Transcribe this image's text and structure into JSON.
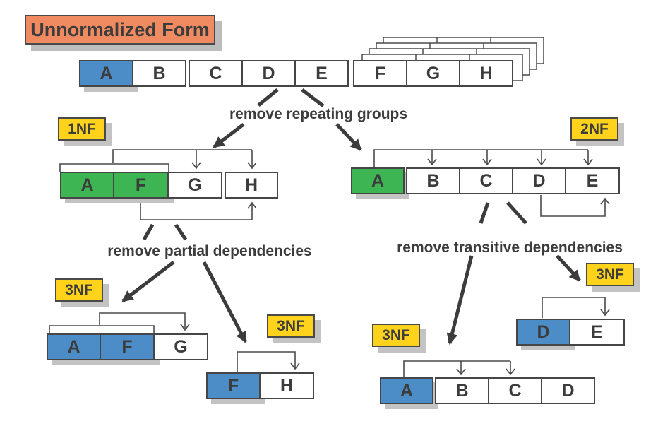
{
  "palette": {
    "title_bg": "#f08a60",
    "badge_bg": "#ffd21c",
    "key_blue": "#4c8dc8",
    "key_green": "#3eb553",
    "border": "#464646",
    "shadow": "#c3c3c3",
    "text": "#3c3c3c"
  },
  "title": "Unnormalized Form",
  "badges": {
    "nf1": "1NF",
    "nf2": "2NF",
    "nf3_left": "3NF",
    "nf3_mid": "3NF",
    "nf3_right": "3NF",
    "nf3_bottom": "3NF"
  },
  "transitions": {
    "repeating": "remove repeating groups",
    "partial": "remove partial dependencies",
    "transitive": "remove transitive dependencies"
  },
  "tables": {
    "unf": {
      "key_color": "blue",
      "cells": [
        {
          "label": "A",
          "key": true
        },
        {
          "label": "B",
          "key": false
        },
        {
          "label": "C",
          "key": false
        },
        {
          "label": "D",
          "key": false
        },
        {
          "label": "E",
          "key": false
        },
        {
          "label": "F",
          "key": false
        },
        {
          "label": "G",
          "key": false
        },
        {
          "label": "H",
          "key": false
        }
      ],
      "repeating_group_sheets": 4
    },
    "nf1": {
      "key_color": "green",
      "cells": [
        {
          "label": "A",
          "key": true
        },
        {
          "label": "F",
          "key": true
        },
        {
          "label": "G",
          "key": false
        },
        {
          "label": "H",
          "key": false
        }
      ]
    },
    "nf2": {
      "key_color": "green",
      "cells": [
        {
          "label": "A",
          "key": true
        },
        {
          "label": "B",
          "key": false
        },
        {
          "label": "C",
          "key": false
        },
        {
          "label": "D",
          "key": false
        },
        {
          "label": "E",
          "key": false
        }
      ]
    },
    "nf3_afg": {
      "key_color": "blue",
      "cells": [
        {
          "label": "A",
          "key": true
        },
        {
          "label": "F",
          "key": true
        },
        {
          "label": "G",
          "key": false
        }
      ]
    },
    "nf3_fh": {
      "key_color": "blue",
      "cells": [
        {
          "label": "F",
          "key": true
        },
        {
          "label": "H",
          "key": false
        }
      ]
    },
    "nf3_de": {
      "key_color": "blue",
      "cells": [
        {
          "label": "D",
          "key": true
        },
        {
          "label": "E",
          "key": false
        }
      ]
    },
    "nf3_abcd": {
      "key_color": "blue",
      "cells": [
        {
          "label": "A",
          "key": true
        },
        {
          "label": "B",
          "key": false
        },
        {
          "label": "C",
          "key": false
        },
        {
          "label": "D",
          "key": false
        }
      ]
    }
  }
}
